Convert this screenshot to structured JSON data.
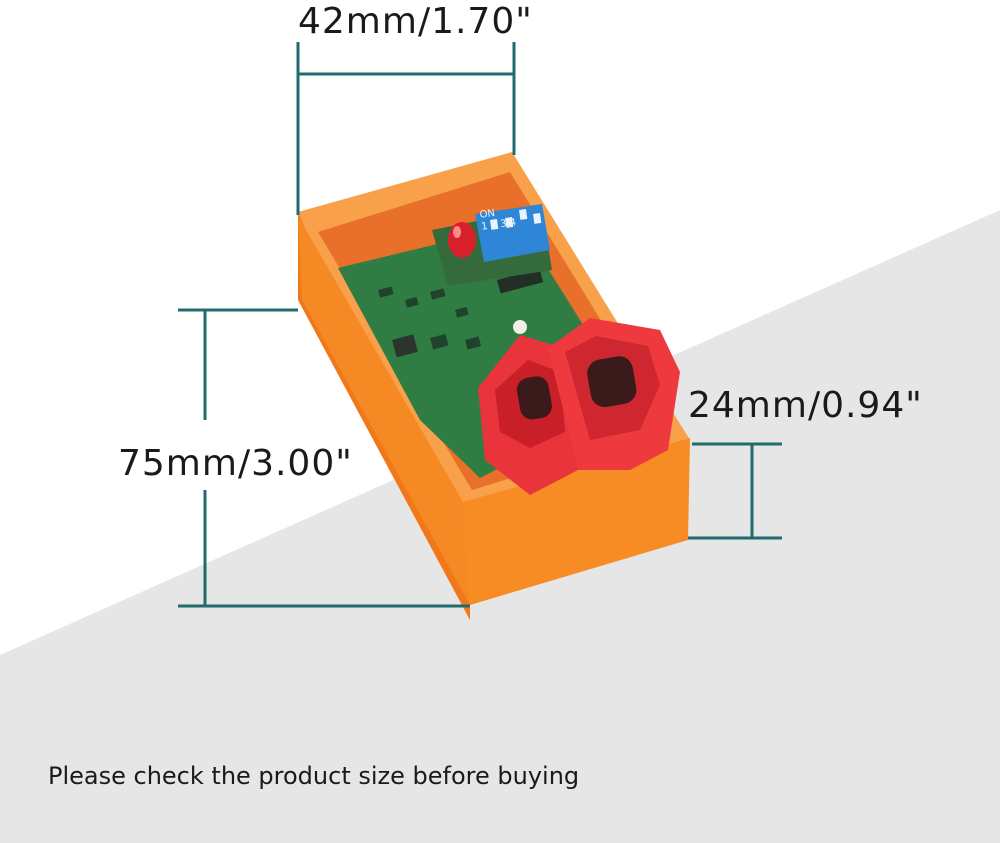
{
  "dimensions": {
    "width_label": "42mm/1.70\"",
    "length_label": "75mm/3.00\"",
    "height_label": "24mm/0.94\""
  },
  "dip_switch": {
    "on_label": "ON",
    "numbers": "1 2 3 4"
  },
  "caption": "Please check the product size before buying",
  "colors": {
    "dimension_line": "#1f6b6e",
    "housing": "#f7861f",
    "circuit_board": "#2f7d43",
    "connector": "#e8343a",
    "dip_switch": "#2f86d6",
    "background_shape": "#e7e7e7"
  }
}
